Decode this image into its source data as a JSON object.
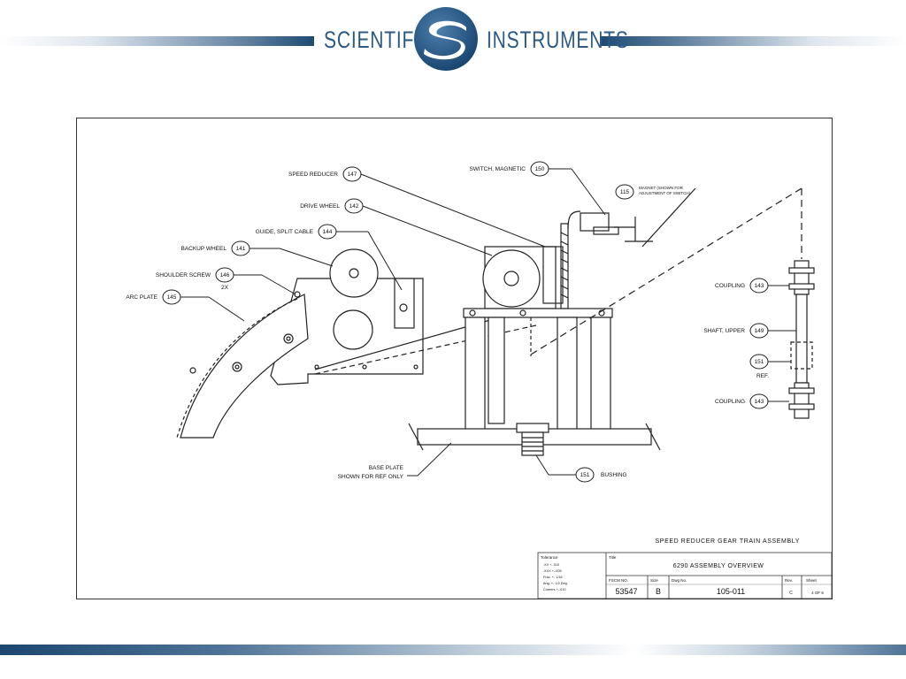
{
  "brand": {
    "left": "SCIENTIFIC",
    "right": "INSTRUMENTS"
  },
  "callouts": {
    "speed_reducer": {
      "label": "SPEED REDUCER",
      "num": "147"
    },
    "drive_wheel": {
      "label": "DRIVE WHEEL",
      "num": "142"
    },
    "guide": {
      "label": "GUIDE, SPLIT CABLE",
      "num": "144"
    },
    "backup_wheel": {
      "label": "BACKUP WHEEL",
      "num": "141"
    },
    "shoulder_screw": {
      "label": "SHOULDER SCREW",
      "num": "146",
      "qty": "2X"
    },
    "arc_plate": {
      "label": "ARC PLATE",
      "num": "145"
    },
    "switch": {
      "label": "SWITCH, MAGNETIC",
      "num": "150"
    },
    "magnet": {
      "num": "115",
      "line1": "MAGNET (SHOWN FOR",
      "line2": "ADJUSTMENT OF SWITCH)"
    },
    "coupling_top": {
      "label": "COUPLING",
      "num": "143"
    },
    "shaft": {
      "label": "SHAFT, UPPER",
      "num": "149"
    },
    "ref": {
      "num": "151",
      "note": "REF."
    },
    "coupling_bottom": {
      "label": "COUPLING",
      "num": "143"
    },
    "base_plate": {
      "line1": "BASE PLATE",
      "line2": "SHOWN FOR REF ONLY"
    },
    "bushing": {
      "label": "BUSHING",
      "num": "151"
    }
  },
  "caption": "SPEED REDUCER GEAR TRAIN ASSEMBLY",
  "title_block": {
    "tolerance_heading": "Tolerance",
    "tolerances": [
      ".XX +-.010",
      ".XXX +-.005",
      "Frac. +- 1/16",
      "Ang. +- 1/2 Deg.",
      "Corners +-.010"
    ],
    "title_heading": "Title",
    "title": "6290 ASSEMBLY OVERVIEW",
    "fscm_heading": "FSCM NO.",
    "fscm": "53547",
    "size_heading": "Size",
    "size": "B",
    "dwg_heading": "Dwg No.",
    "dwg": "105-011",
    "rev_heading": "Rev.",
    "rev": "C",
    "sheet_heading": "Sheet",
    "sheet": "4 OF 6"
  }
}
